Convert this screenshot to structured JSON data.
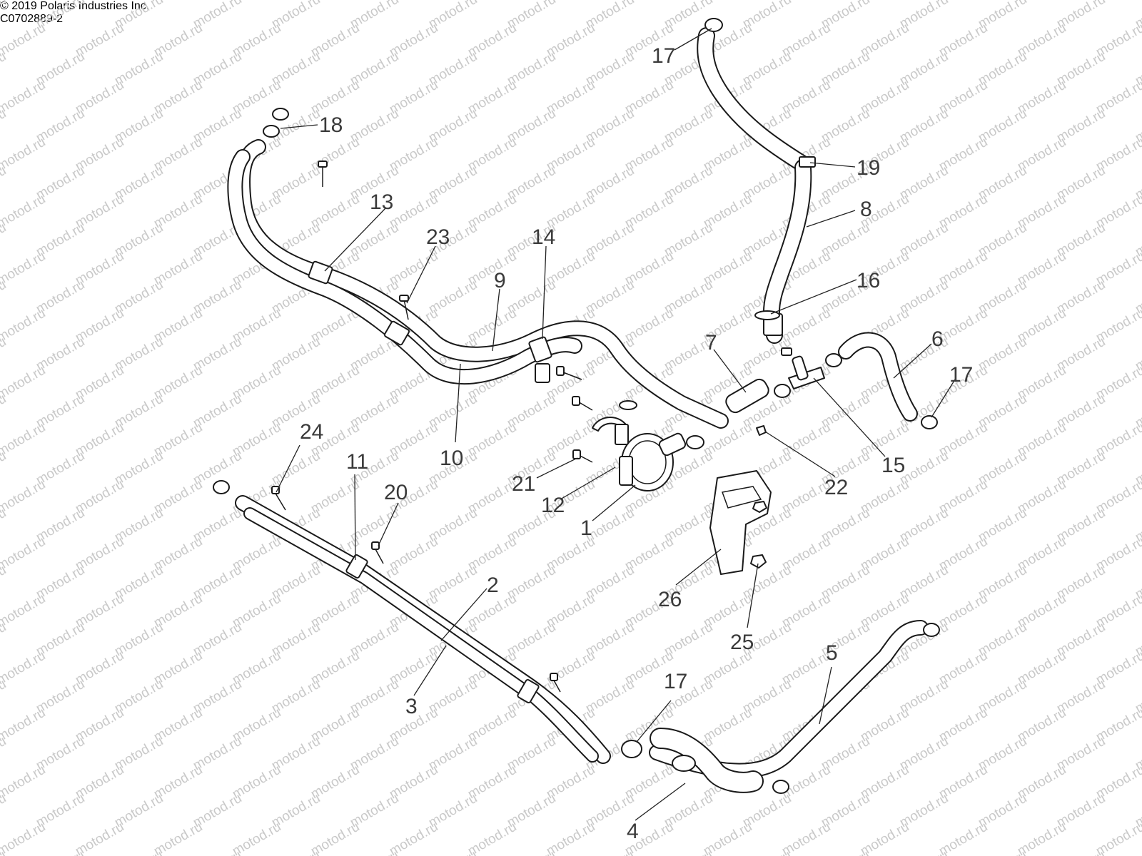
{
  "watermark": "motod.ru",
  "copyright": "© 2019 Polaris Industries Inc.",
  "figure_code": "C0702889-2",
  "callouts": {
    "c1": "1",
    "c2": "2",
    "c3": "3",
    "c4": "4",
    "c5": "5",
    "c6": "6",
    "c7": "7",
    "c8": "8",
    "c9": "9",
    "c10": "10",
    "c11": "11",
    "c12": "12",
    "c13": "13",
    "c14": "14",
    "c15": "15",
    "c16": "16",
    "c17a": "17",
    "c17b": "17",
    "c17c": "17",
    "c18": "18",
    "c19": "19",
    "c20": "20",
    "c21": "21",
    "c22": "22",
    "c23": "23",
    "c24": "24",
    "c25": "25",
    "c26": "26"
  }
}
